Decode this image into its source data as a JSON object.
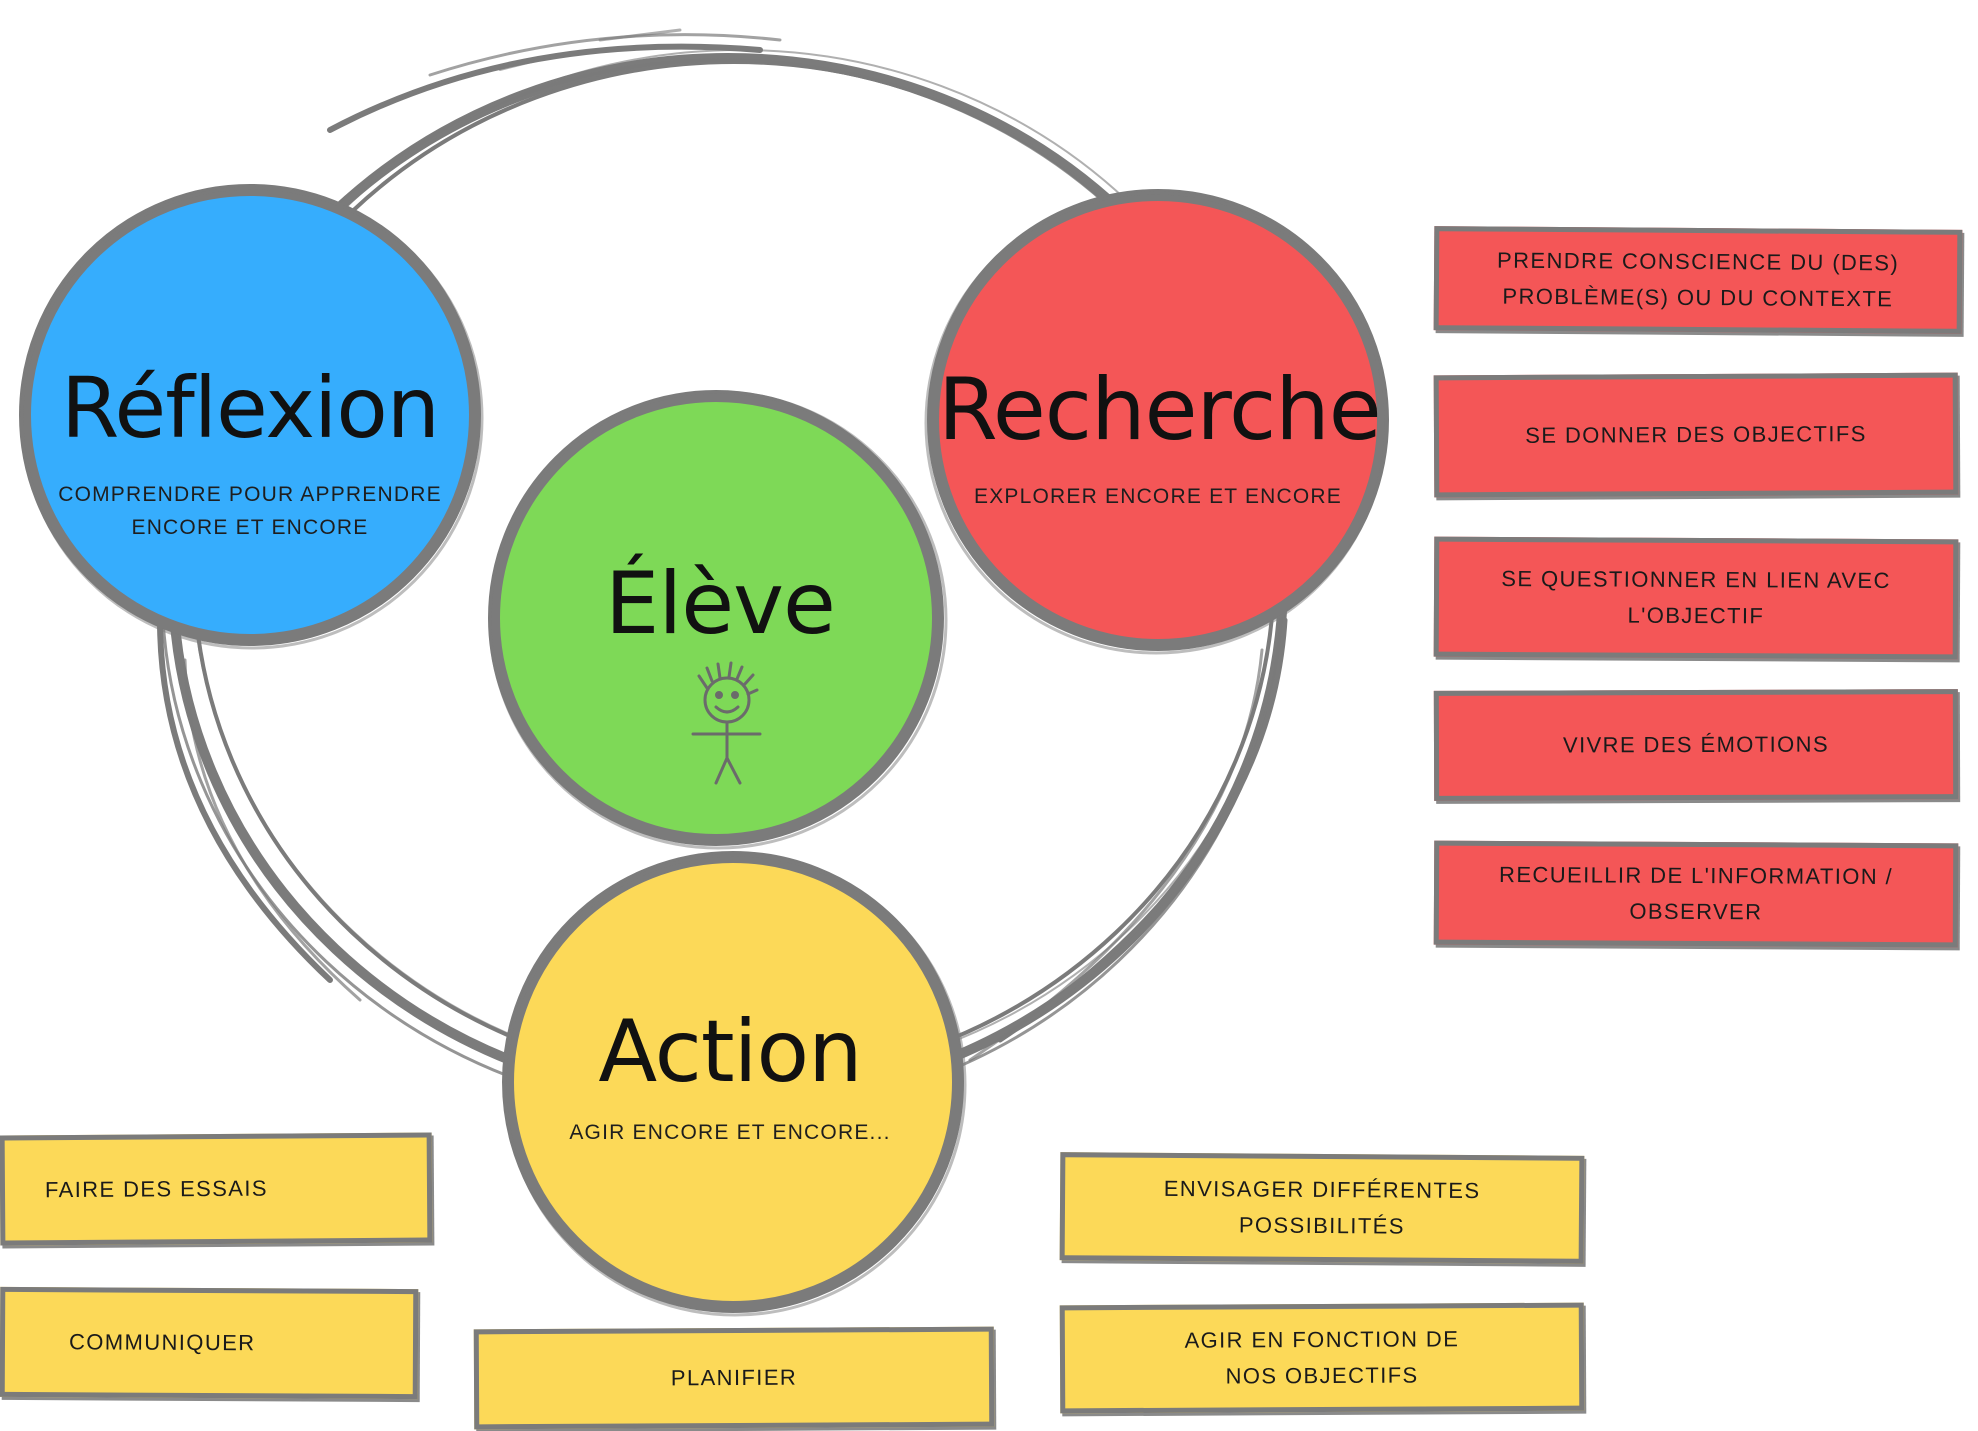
{
  "colors": {
    "reflexion": "#36adfd",
    "recherche": "#f45657",
    "eleve": "#7ed957",
    "action": "#fcd958",
    "stroke": "#7b7b7b"
  },
  "circles": {
    "reflexion": {
      "title": "Réflexion",
      "subtitle_line1": "COMPRENDRE POUR APPRENDRE",
      "subtitle_line2": "ENCORE ET ENCORE"
    },
    "recherche": {
      "title": "Recherche",
      "subtitle": "EXPLORER ENCORE ET ENCORE"
    },
    "eleve": {
      "title": "Élève",
      "icon": "stick-figure-icon"
    },
    "action": {
      "title": "Action",
      "subtitle": "AGIR ENCORE ET ENCORE..."
    }
  },
  "recherche_cards": [
    {
      "line1": "PRENDRE CONSCIENCE DU (DES)",
      "line2": "PROBLÈME(S) OU DU CONTEXTE"
    },
    {
      "line1": "SE DONNER DES OBJECTIFS",
      "line2": ""
    },
    {
      "line1": "SE QUESTIONNER EN LIEN AVEC",
      "line2": "L'OBJECTIF"
    },
    {
      "line1": "VIVRE DES ÉMOTIONS",
      "line2": ""
    },
    {
      "line1": "RECUEILLIR DE L'INFORMATION /",
      "line2": "OBSERVER"
    }
  ],
  "action_cards": {
    "faire_essais": "FAIRE DES ESSAIS",
    "communiquer": "COMMUNIQUER",
    "planifier": "PLANIFIER",
    "envisager_line1": "ENVISAGER DIFFÉRENTES",
    "envisager_line2": "POSSIBILITÉS",
    "agir_line1": "AGIR EN FONCTION DE",
    "agir_line2": "NOS OBJECTIFS"
  }
}
